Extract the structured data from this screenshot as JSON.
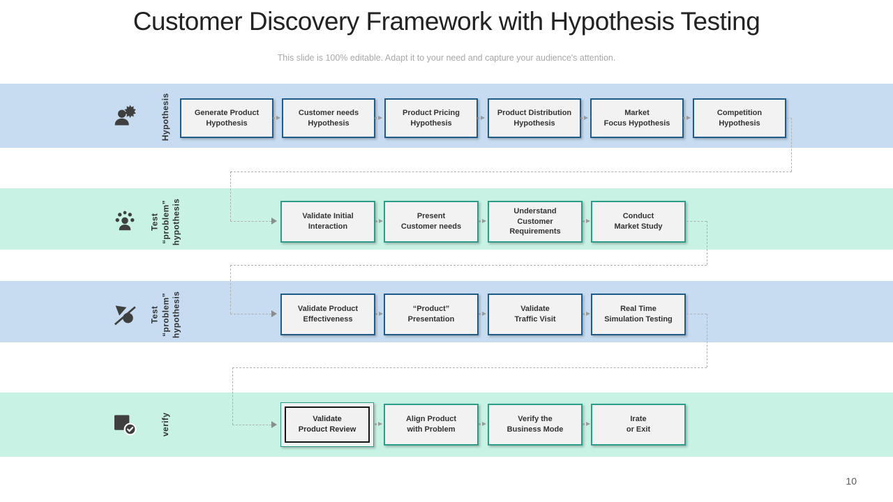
{
  "title": "Customer Discovery Framework with Hypothesis Testing",
  "subtitle": "This slide is 100% editable. Adapt it to your need and capture your audience's attention.",
  "page_number": "10",
  "colors": {
    "band_blue": "#c7dcf1",
    "band_mint": "#c7f2e4",
    "box_border_blue": "#1f5c8a",
    "box_border_teal": "#2d9c88",
    "box_fill": "#f2f2f2",
    "selected_box_border": "#141414",
    "connector_gray": "#b0b0b0",
    "icon_gray": "#3f3f3f"
  },
  "rows": [
    {
      "name": "hypothesis",
      "icon": "person-idea-gear-icon",
      "side_label": "Hypothesis",
      "boxes": [
        {
          "label": "Generate Product\nHypothesis"
        },
        {
          "label": "Customer needs\nHypothesis"
        },
        {
          "label": "Product Pricing\nHypothesis"
        },
        {
          "label": "Product Distribution\nHypothesis"
        },
        {
          "label": "Market\nFocus Hypothesis"
        },
        {
          "label": "Competition\nHypothesis"
        }
      ]
    },
    {
      "name": "test-problem-hypothesis-1",
      "icon": "presenter-audience-icon",
      "side_label": "Test\n“problem”\nhypothesis",
      "boxes": [
        {
          "label": "Validate Initial\nInteraction"
        },
        {
          "label": "Present\nCustomer needs"
        },
        {
          "label": "Understand\nCustomer\nRequirements"
        },
        {
          "label": "Conduct\nMarket Study"
        }
      ]
    },
    {
      "name": "test-problem-hypothesis-2",
      "icon": "dart-shapes-icon",
      "side_label": "Test\n“problem”\nhypothesis",
      "boxes": [
        {
          "label": "Validate Product\nEffectiveness"
        },
        {
          "label": "“Product”\nPresentation"
        },
        {
          "label": "Validate\nTraffic Visit"
        },
        {
          "label": "Real Time\nSimulation Testing"
        }
      ]
    },
    {
      "name": "verify",
      "icon": "verified-box-icon",
      "side_label": "verify",
      "boxes": [
        {
          "label": "Validate\nProduct Review",
          "selected": true
        },
        {
          "label": "Align Product\nwith Problem"
        },
        {
          "label": "Verify the\nBusiness Mode"
        },
        {
          "label": "Irate\nor Exit"
        }
      ]
    }
  ]
}
